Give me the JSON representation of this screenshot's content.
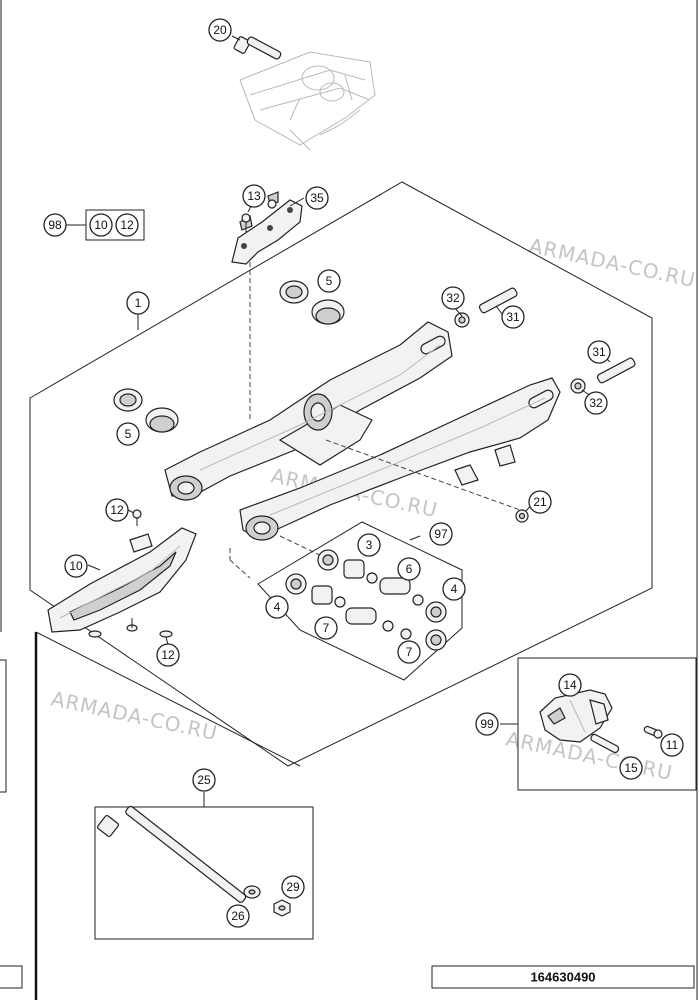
{
  "callouts": {
    "c20": "20",
    "c13": "13",
    "c35": "35",
    "c98": "98",
    "c10a": "10",
    "c12a": "12",
    "c1": "1",
    "c5a": "5",
    "c32a": "32",
    "c31a": "31",
    "c31b": "31",
    "c32b": "32",
    "c5b": "5",
    "c21": "21",
    "c12b": "12",
    "c97": "97",
    "c3": "3",
    "c6": "6",
    "c4a": "4",
    "c4b": "4",
    "c7a": "7",
    "c7b": "7",
    "c10b": "10",
    "c12c": "12",
    "c14": "14",
    "c99": "99",
    "c11": "11",
    "c15": "15",
    "c25": "25",
    "c29": "29",
    "c26": "26"
  },
  "drawing_code": "164630490",
  "watermark": "ARMADA-CO.RU"
}
